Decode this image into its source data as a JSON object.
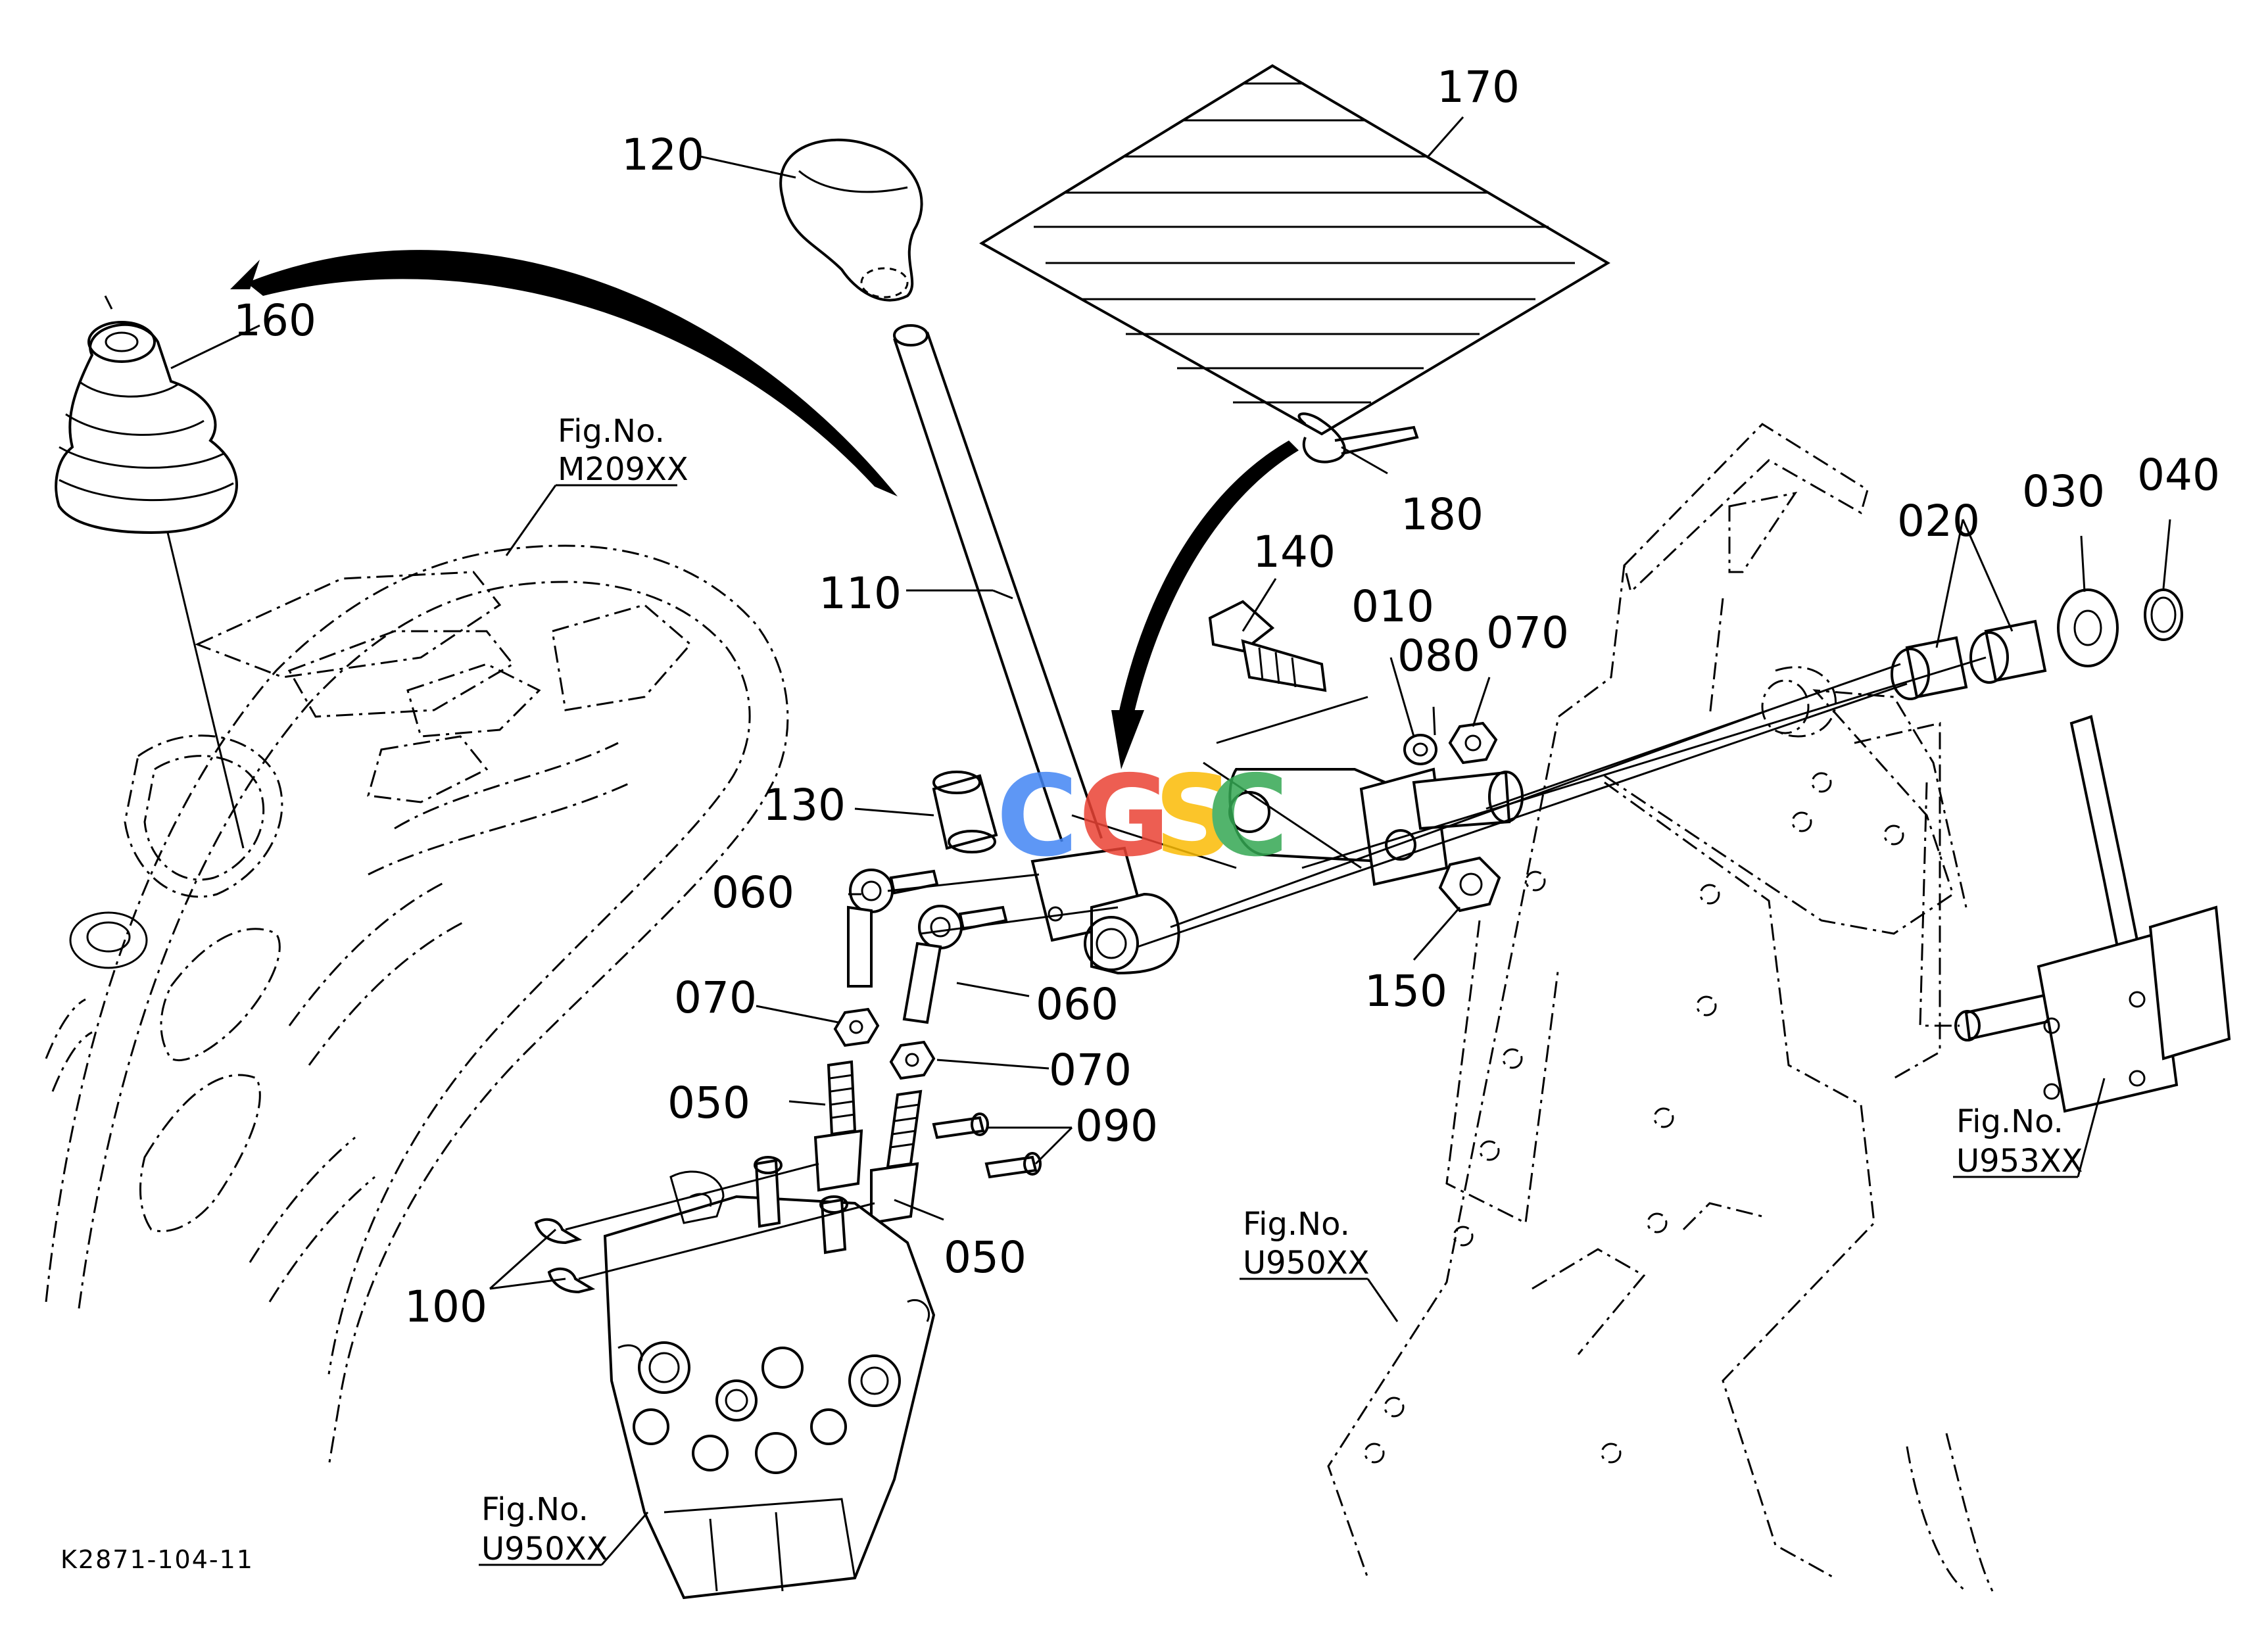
{
  "drawing_code": "K2871-104-11",
  "watermark": {
    "letters": [
      "C",
      "G",
      "S",
      "C"
    ],
    "colors": [
      "#4285F4",
      "#EA4335",
      "#FBBC05",
      "#34A853"
    ]
  },
  "part_labels": {
    "p010": "010",
    "p020": "020",
    "p030": "030",
    "p040": "040",
    "p050a": "050",
    "p050b": "050",
    "p060a": "060",
    "p060b": "060",
    "p070a": "070",
    "p070b": "070",
    "p070c": "070",
    "p080": "080",
    "p090": "090",
    "p100": "100",
    "p110": "110",
    "p120": "120",
    "p130": "130",
    "p140": "140",
    "p150": "150",
    "p160": "160",
    "p170": "170",
    "p180": "180"
  },
  "figure_refs": {
    "m209": {
      "label": "Fig.No.",
      "code": "M209XX"
    },
    "u950_frame": {
      "label": "Fig.No.",
      "code": "U950XX"
    },
    "u950_valve": {
      "label": "Fig.No.",
      "code": "U950XX"
    },
    "u953": {
      "label": "Fig.No.",
      "code": "U953XX"
    }
  }
}
